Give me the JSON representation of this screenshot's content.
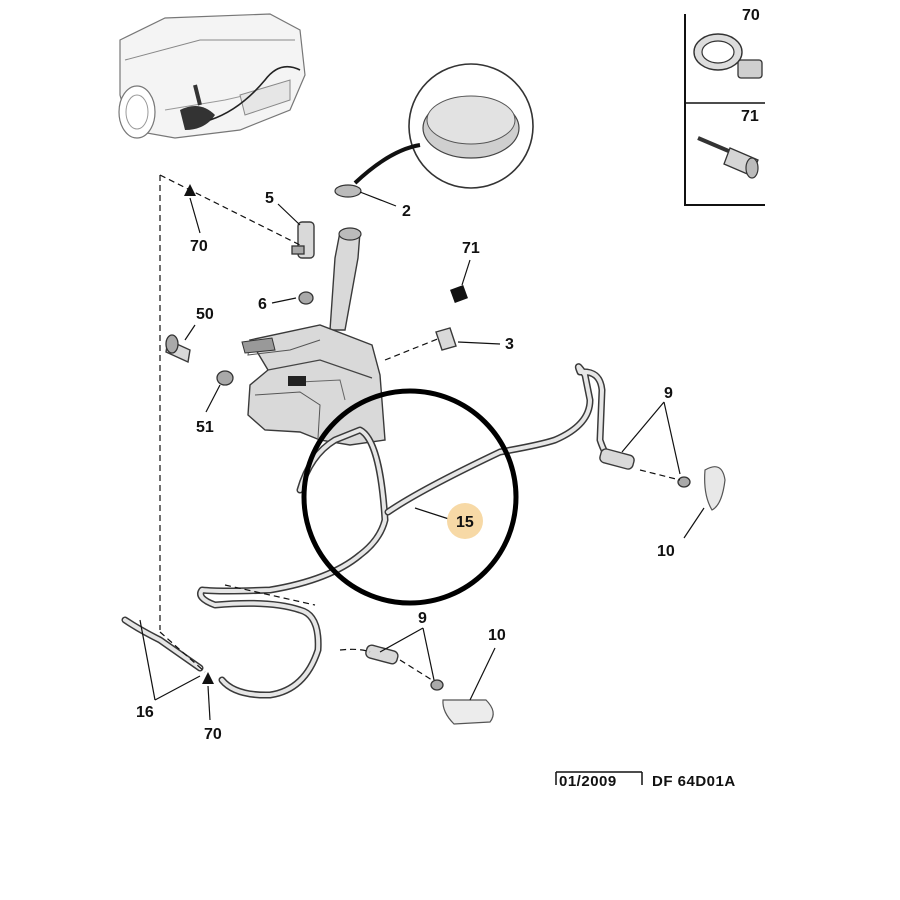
{
  "diagram": {
    "callouts": {
      "c2": "2",
      "c3": "3",
      "c5": "5",
      "c6": "6",
      "c9a": "9",
      "c9b": "9",
      "c10a": "10",
      "c10b": "10",
      "c15": "15",
      "c16": "16",
      "c50": "50",
      "c51": "51",
      "c70a": "70",
      "c70b": "70",
      "c71a": "71",
      "c70inset": "70",
      "c71inset": "71"
    },
    "footer": {
      "date_ref": "01/2009",
      "drawing_ref": "DF 64D01A"
    },
    "colors": {
      "highlight_badge": "#f7d9a6",
      "circle": "#000000"
    }
  }
}
